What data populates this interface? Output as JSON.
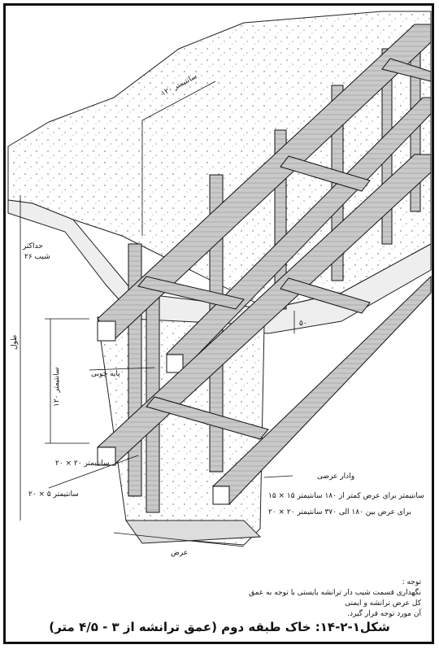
{
  "labels": {
    "top_dim": "۱۲۰ سانتیمتر",
    "max_slope": "حداکثر",
    "slope_value": "شیب ۲۶",
    "height_left": "طول",
    "vertical_dim": "۱۲۰ سانتیمتر",
    "post": "پایه چوبی",
    "beam_small": "۲۰ × ۲۰ سانتیمتر",
    "plank": "۲۰ × ۵ سانتیمتر",
    "strut": "وادار عرضی",
    "strut_spec1": "۱۵ × ۱۵ سانتیمتر برای عرض کمتر از ۱۸۰ سانتیمتر",
    "strut_spec2": "۲۰ × ۲۰ برای عرض بین ۱۸۰ الی ۳۷۰ سانتیمتر",
    "width": "عرض",
    "right_dim": "۵۰"
  },
  "note": {
    "title": "توجه :",
    "line1": "نگهداری قسمت شیب دار ترانشه بایستی با توجه به عمق کل عرض ترانشه و ایمنی",
    "line2": "آن مورد توجه قرار گیرد."
  },
  "caption": "شکل۱-۲-۱۴: خاک طبقه دوم (عمق ترانشه از ۳ - ۴/۵ متر)"
}
